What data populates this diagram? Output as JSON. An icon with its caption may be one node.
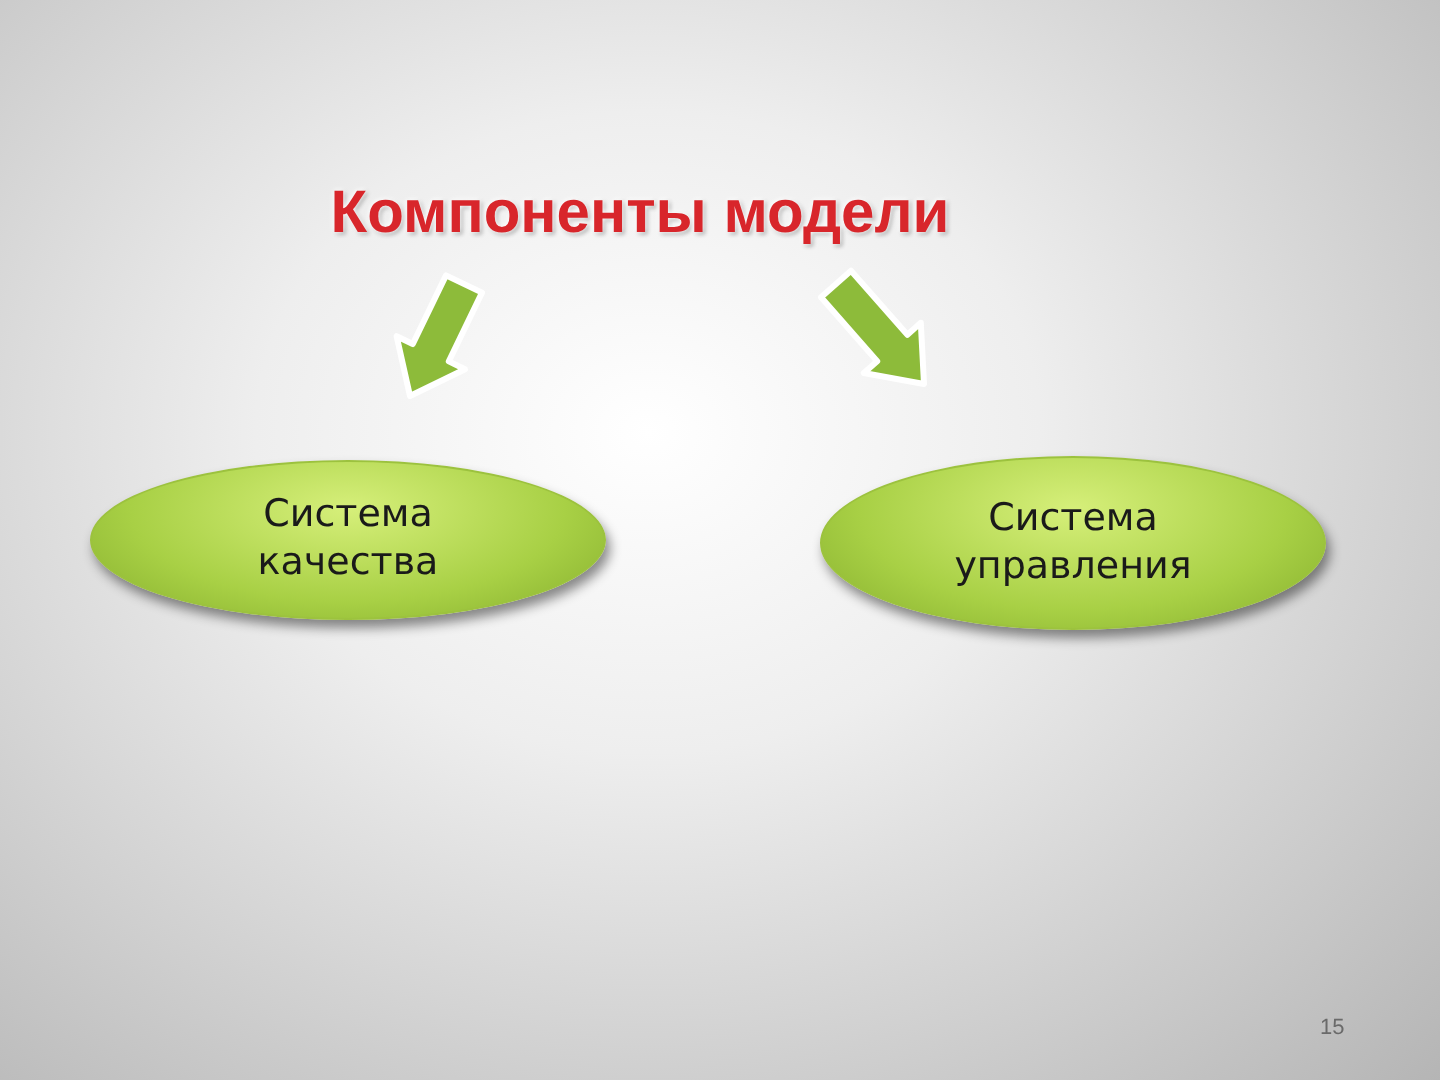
{
  "diagram": {
    "nodes": [
      {
        "text": [
          "Компоненты модели"
        ]
      },
      {
        "text": [
          "Система качества"
        ]
      },
      {
        "text": [
          "Система управления"
        ]
      }
    ],
    "edges": [
      {
        "from": 0,
        "to": 1,
        "arrow": "to",
        "style": "thick"
      },
      {
        "from": 0,
        "to": 2,
        "arrow": "to",
        "style": "thick"
      }
    ],
    "labels": [
      "15"
    ]
  }
}
